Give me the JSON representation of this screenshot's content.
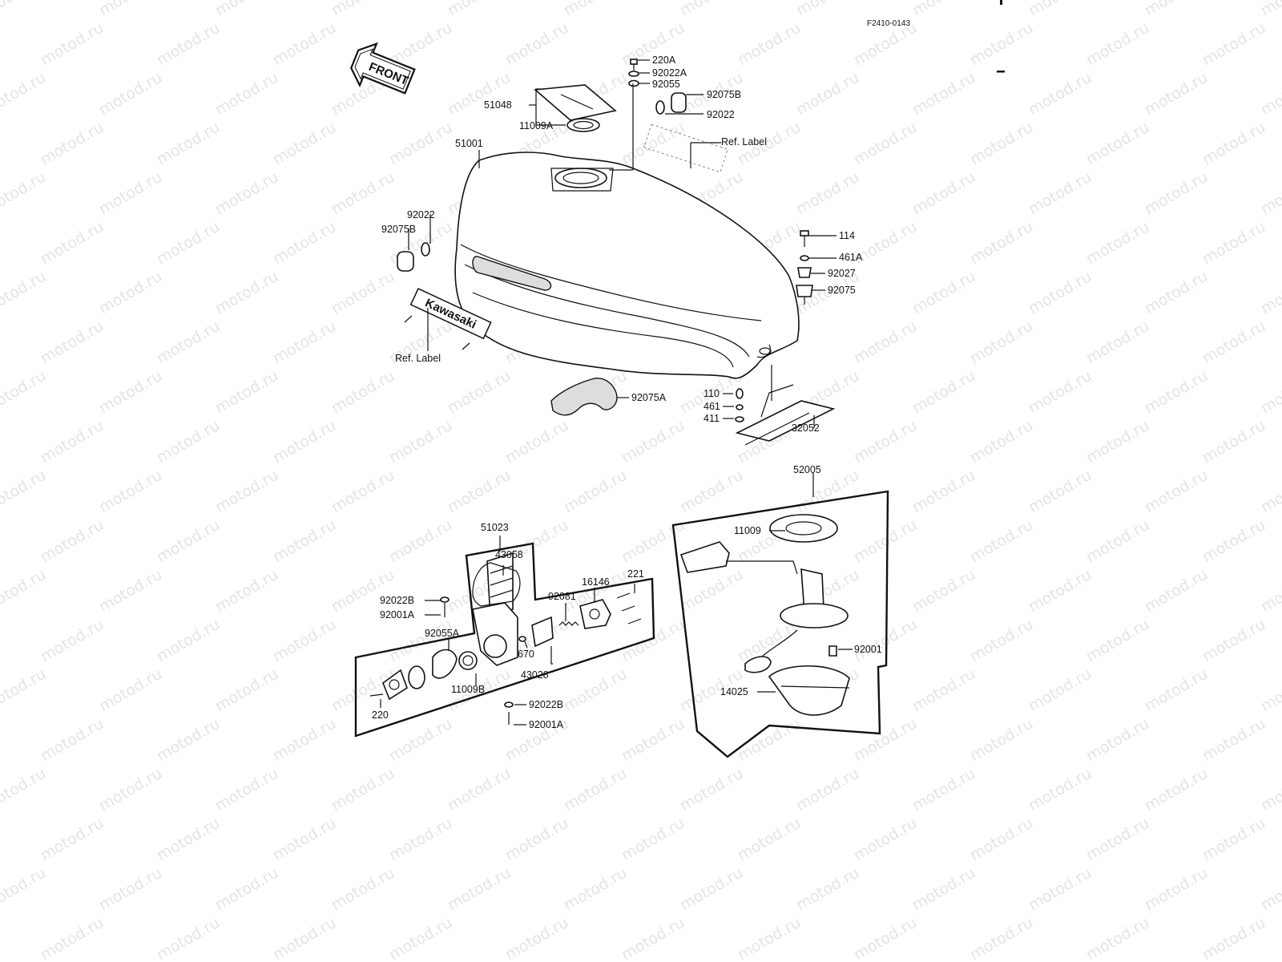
{
  "figure_code": "F2410-0143",
  "watermark_text": "motod.ru",
  "front_label": "FRONT",
  "tank_brand": "Kawasaki",
  "labels": {
    "p220A": "220A",
    "p92022A": "92022A",
    "p92055": "92055",
    "p51048": "51048",
    "p11009A": "11009A",
    "p92075B_r": "92075B",
    "p92022_r": "92022",
    "ref_label_top": "Ref.  Label",
    "p51001": "51001",
    "p92022_l": "92022",
    "p92075B_l": "92075B",
    "p114": "114",
    "p461A": "461A",
    "p92027": "92027",
    "p92075": "92075",
    "ref_label_bottom": "Ref.  Label",
    "p92075A": "92075A",
    "p110": "110",
    "p461": "461",
    "p411": "411",
    "p32052": "32052",
    "p52005": "52005",
    "p11009": "11009",
    "p92001": "92001",
    "p14025": "14025",
    "p51023": "51023",
    "p43058": "43058",
    "p92022B_top": "92022B",
    "p92001A_top": "92001A",
    "p92081": "92081",
    "p16146": "16146",
    "p221": "221",
    "p92055A": "92055A",
    "p670": "670",
    "p43028": "43028",
    "p11009B": "11009B",
    "p220": "220",
    "p92022B_bot": "92022B",
    "p92001A_bot": "92001A"
  }
}
